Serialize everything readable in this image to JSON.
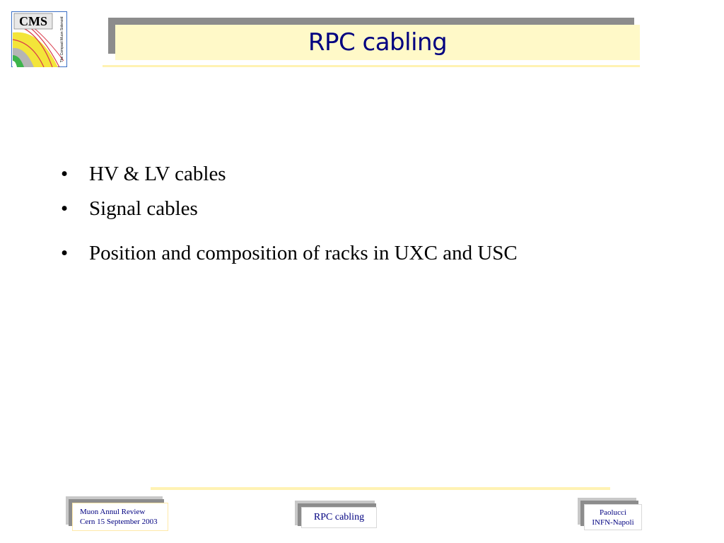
{
  "logo": {
    "text": "CMS",
    "subtitle": "The Compact Muon Solenoid",
    "colors": {
      "frame": "#3a6fc4",
      "yellow": "#f3e53a",
      "green": "#3cb44b",
      "grey": "#b5b5b5",
      "red": "#d93a4a"
    }
  },
  "slide": {
    "title": "RPC cabling",
    "bullet_symbol": "•",
    "bullets": [
      "HV & LV cables",
      "Signal cables",
      "Position and composition of racks in UXC and USC"
    ]
  },
  "footer": {
    "left_line1": "Muon Annul Review",
    "left_line2": "Cern 15 September 2003",
    "center": "RPC cabling",
    "right_line1": "Paolucci",
    "right_line2": "INFN-Napoli"
  },
  "colors": {
    "title_text": "#000080",
    "title_fill": "#fff9c8",
    "shadow": "#8c8c8c",
    "accent_line": "#fff2b3",
    "footer_text": "#000080"
  }
}
